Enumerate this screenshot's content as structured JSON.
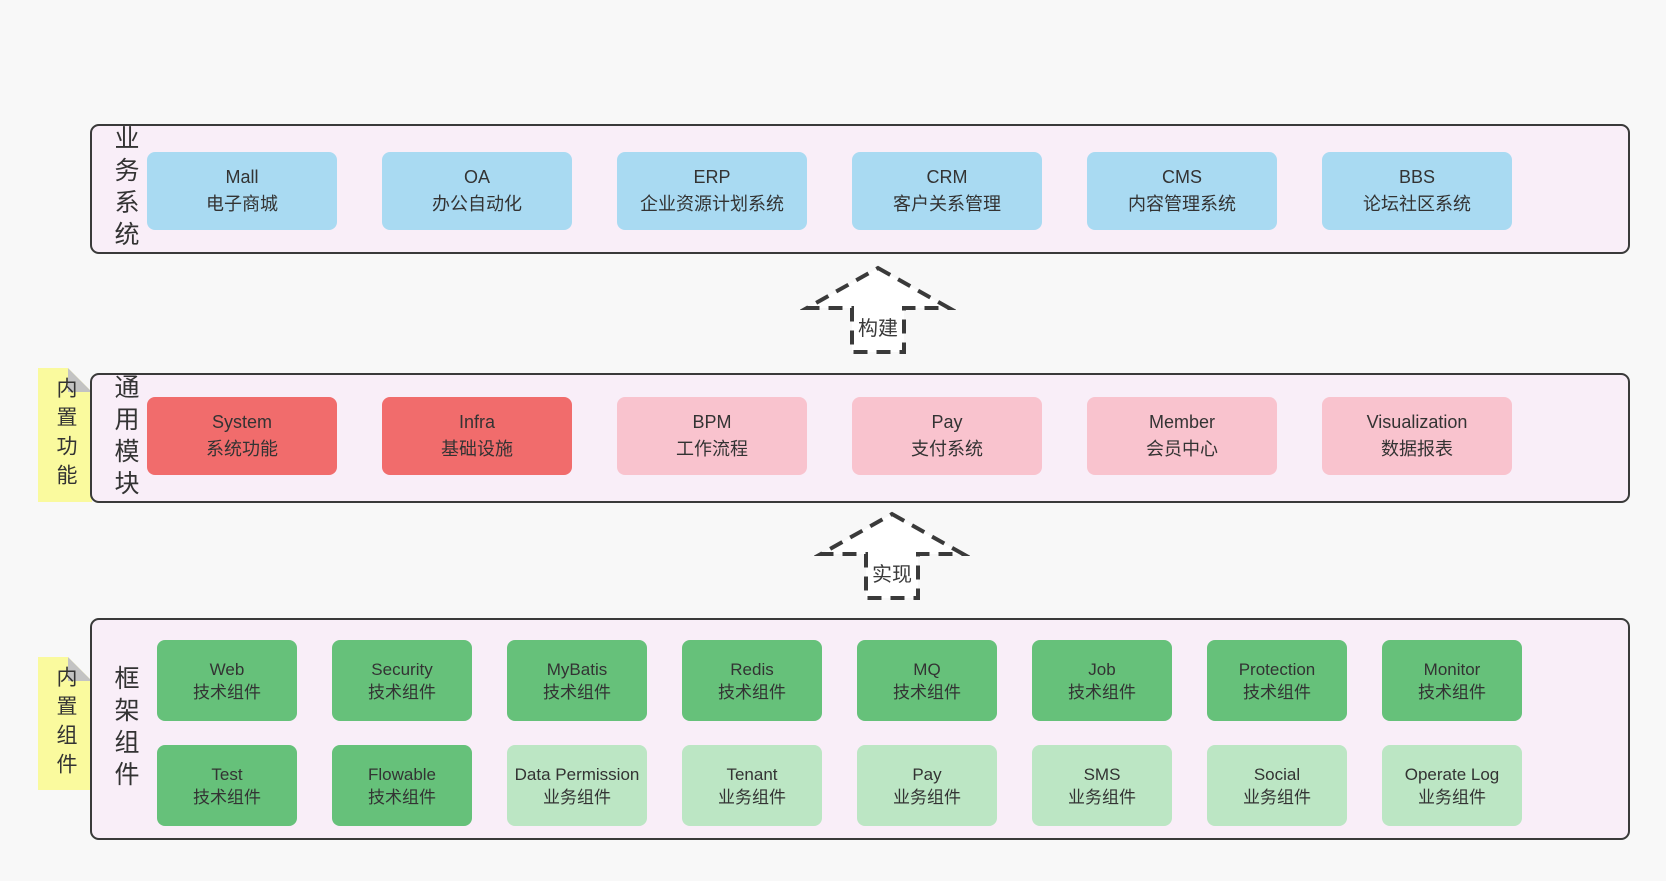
{
  "palette": {
    "page_bg": "#f8f8f8",
    "panel_bg": "#f9eef8",
    "panel_border": "#3a3a3a",
    "blue": "#a9daf2",
    "red": "#f16c6c",
    "pink": "#f9c3ce",
    "green": "#66c17a",
    "green_light": "#bce6c4",
    "sticky": "#fafa9e",
    "sticky_fold": "#c3c3c3",
    "text": "#333333"
  },
  "layers": [
    {
      "label": "业务系统",
      "boxes": [
        {
          "en": "Mall",
          "zh": "电子商城",
          "color": "blue"
        },
        {
          "en": "OA",
          "zh": "办公自动化",
          "color": "blue"
        },
        {
          "en": "ERP",
          "zh": "企业资源计划系统",
          "color": "blue"
        },
        {
          "en": "CRM",
          "zh": "客户关系管理",
          "color": "blue"
        },
        {
          "en": "CMS",
          "zh": "内容管理系统",
          "color": "blue"
        },
        {
          "en": "BBS",
          "zh": "论坛社区系统",
          "color": "blue"
        }
      ]
    },
    {
      "label": "通用模块",
      "sticky": "内置功能",
      "boxes": [
        {
          "en": "System",
          "zh": "系统功能",
          "color": "red"
        },
        {
          "en": "Infra",
          "zh": "基础设施",
          "color": "red"
        },
        {
          "en": "BPM",
          "zh": "工作流程",
          "color": "pink"
        },
        {
          "en": "Pay",
          "zh": "支付系统",
          "color": "pink"
        },
        {
          "en": "Member",
          "zh": "会员中心",
          "color": "pink"
        },
        {
          "en": "Visualization",
          "zh": "数据报表",
          "color": "pink"
        }
      ]
    },
    {
      "label": "框架组件",
      "sticky": "内置组件",
      "rows": [
        [
          {
            "en": "Web",
            "zh": "技术组件",
            "color": "green"
          },
          {
            "en": "Security",
            "zh": "技术组件",
            "color": "green"
          },
          {
            "en": "MyBatis",
            "zh": "技术组件",
            "color": "green"
          },
          {
            "en": "Redis",
            "zh": "技术组件",
            "color": "green"
          },
          {
            "en": "MQ",
            "zh": "技术组件",
            "color": "green"
          },
          {
            "en": "Job",
            "zh": "技术组件",
            "color": "green"
          },
          {
            "en": "Protection",
            "zh": "技术组件",
            "color": "green"
          },
          {
            "en": "Monitor",
            "zh": "技术组件",
            "color": "green"
          }
        ],
        [
          {
            "en": "Test",
            "zh": "技术组件",
            "color": "green"
          },
          {
            "en": "Flowable",
            "zh": "技术组件",
            "color": "green"
          },
          {
            "en": "Data Permission",
            "zh": "业务组件",
            "color": "green_light"
          },
          {
            "en": "Tenant",
            "zh": "业务组件",
            "color": "green_light"
          },
          {
            "en": "Pay",
            "zh": "业务组件",
            "color": "green_light"
          },
          {
            "en": "SMS",
            "zh": "业务组件",
            "color": "green_light"
          },
          {
            "en": "Social",
            "zh": "业务组件",
            "color": "green_light"
          },
          {
            "en": "Operate Log",
            "zh": "业务组件",
            "color": "green_light"
          }
        ]
      ]
    }
  ],
  "arrows": [
    {
      "label": "构建"
    },
    {
      "label": "实现"
    }
  ]
}
